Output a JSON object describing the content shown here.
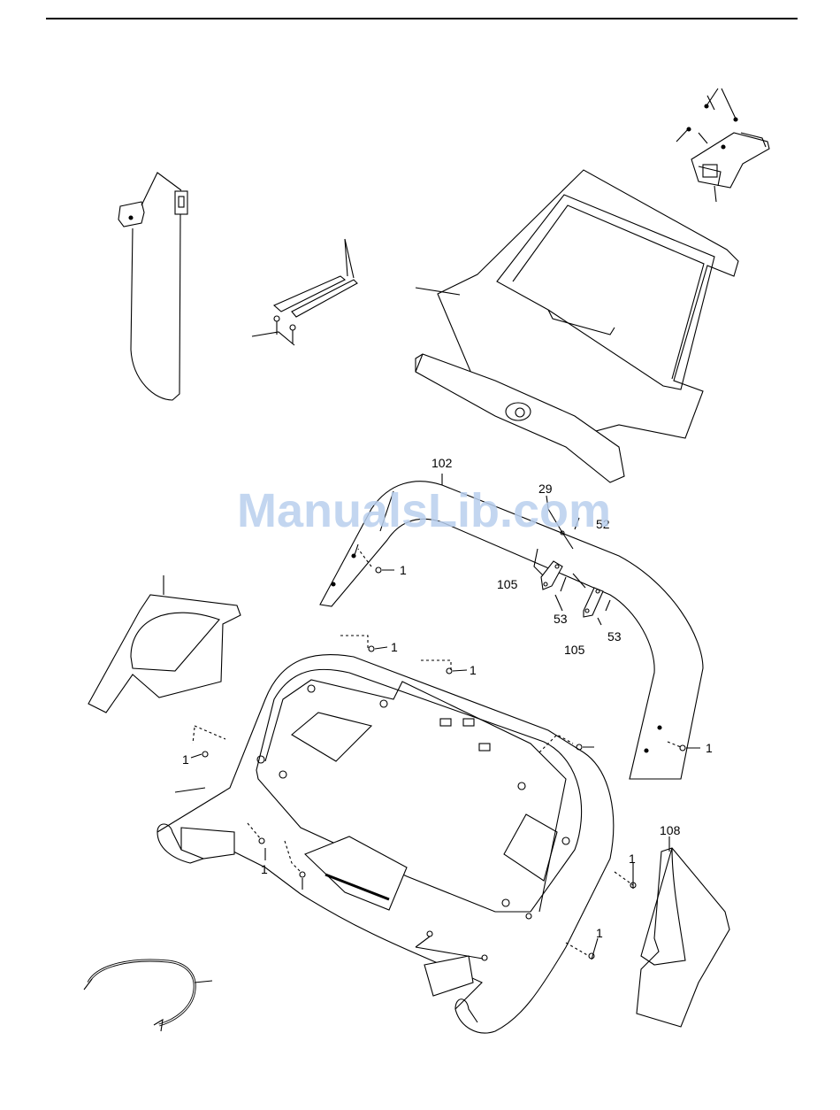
{
  "watermark": "ManualsLib.com",
  "callouts": {
    "p102": "102",
    "p29": "29",
    "p52": "52",
    "p105a": "105",
    "p105b": "105",
    "p53a": "53",
    "p53b": "53",
    "p108": "108",
    "p1a": "1",
    "p1b": "1",
    "p1c": "1",
    "p1d": "1",
    "p1e": "1",
    "p1f": "1",
    "p1g": "1",
    "p1h": "1",
    "p1i": "1"
  }
}
